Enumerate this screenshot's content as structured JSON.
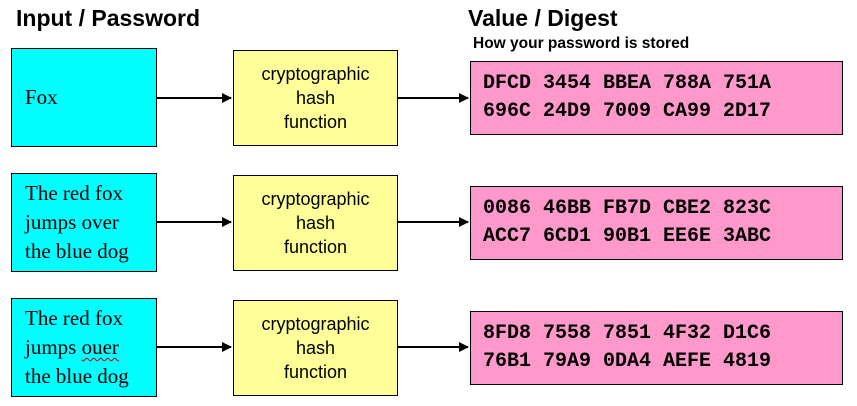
{
  "headings": {
    "input": "Input / Password",
    "value": "Value / Digest",
    "stored_note": "How your password is stored"
  },
  "rows": [
    {
      "input_lines": [
        "Fox"
      ],
      "hash_lines": [
        "cryptographic",
        "hash",
        "function"
      ],
      "digest_lines": [
        "DFCD 3454 BBEA 788A 751A",
        "696C 24D9 7009 CA99 2D17"
      ]
    },
    {
      "input_lines": [
        "The red fox",
        "jumps over",
        "the blue dog"
      ],
      "hash_lines": [
        "cryptographic",
        "hash",
        "function"
      ],
      "digest_lines": [
        "0086 46BB FB7D CBE2 823C",
        "ACC7 6CD1 90B1 EE6E 3ABC"
      ]
    },
    {
      "input_lines": [
        "The red fox",
        "jumps ouer",
        "the blue dog"
      ],
      "hash_lines": [
        "cryptographic",
        "hash",
        "function"
      ],
      "digest_lines": [
        "8FD8 7558 7851 4F32 D1C6",
        "76B1 79A9 0DA4 AEFE 4819"
      ]
    }
  ],
  "colors": {
    "input_fill": "#00ffff",
    "hash_fill": "#ffff99",
    "digest_fill": "#ff99cc",
    "misspelling_underline": "#cc0000"
  }
}
